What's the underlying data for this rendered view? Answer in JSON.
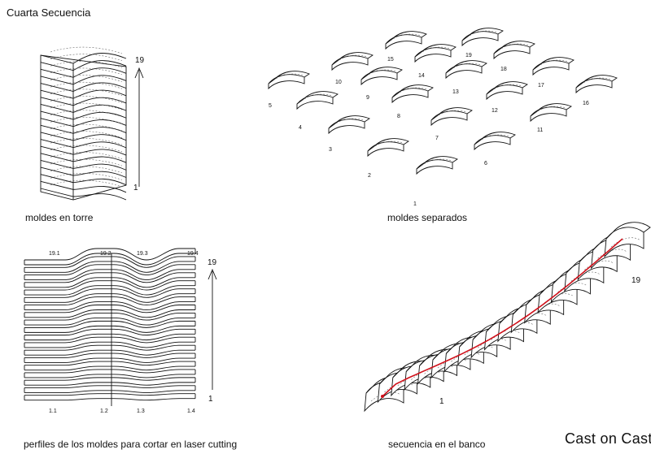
{
  "title": "Cuarta Secuencia",
  "brand": "Cast on Cast",
  "panels": {
    "tower": {
      "caption": "moldes en torre",
      "arrow_top": "19",
      "arrow_bottom": "1"
    },
    "separated": {
      "caption": "moldes separados",
      "labels": [
        "1",
        "2",
        "3",
        "4",
        "5",
        "6",
        "7",
        "8",
        "9",
        "10",
        "11",
        "12",
        "13",
        "14",
        "15",
        "16",
        "17",
        "18",
        "19"
      ]
    },
    "profiles": {
      "caption": "perfiles de los moldes para cortar en laser cutting",
      "top_labels": [
        "19.1",
        "19.2",
        "19.3",
        "19.4"
      ],
      "bottom_labels": [
        "1.1",
        "1.2",
        "1.3",
        "1.4"
      ],
      "arrow_top": "19",
      "arrow_bottom": "1"
    },
    "bench": {
      "caption": "secuencia en el banco",
      "start_label": "1",
      "end_label": "19"
    }
  },
  "colors": {
    "ink": "#111111",
    "path": "#d0101a"
  }
}
